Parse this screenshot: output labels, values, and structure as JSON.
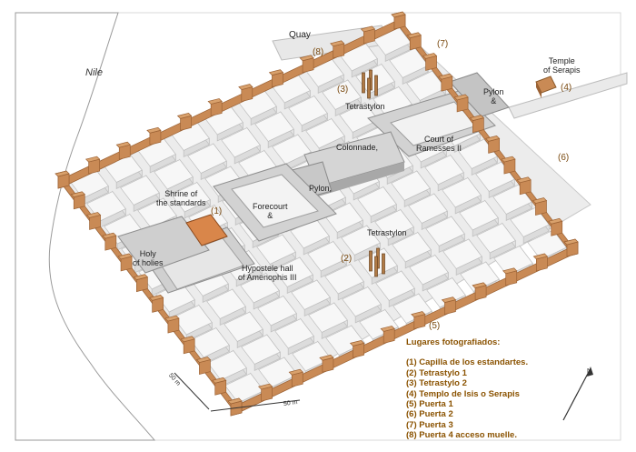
{
  "map": {
    "river": "Nile",
    "quay": "Quay",
    "temple_serapis": "Temple\nof Serapis",
    "pylon_east": "Pylon\n&",
    "court_ramesses": "Court of\nRamesses II",
    "tetrastylon_north": "Tetrastylon",
    "colonnade": "Colonnade,",
    "pylon_mid": "Pylon,",
    "forecourt": "Forecourt\n&",
    "shrine": "Shrine of\nthe standards",
    "tetrastylon_south": "Tetrastylon",
    "holy_holies": "Holy\nof holies",
    "hypostyle": "Hypostele hall\nof Amenophis III",
    "scale_a": "50 m",
    "scale_b": "50 m"
  },
  "markers": {
    "m1": "(1)",
    "m2": "(2)",
    "m3": "(3)",
    "m4": "(4)",
    "m5": "(5)",
    "m6": "(6)",
    "m7": "(7)",
    "m8": "(8)"
  },
  "legend": {
    "title": "Lugares fotografiados:",
    "items": [
      "(1) Capilla de los estandartes.",
      "(2) Tetrastylo 1",
      "(3) Tetrastylo 2",
      "(4) Templo de Isis o Serapis",
      "(5) Puerta 1",
      "(6) Puerta 2",
      "(7) Puerta 3",
      "(8) Puerta 4 acceso muelle."
    ]
  },
  "colors": {
    "wall": "#c98a55",
    "wall_dark": "#9c6234",
    "ground": "#ececec",
    "block": "#f7f7f7",
    "block_edge": "#bdbdbd",
    "temple": "#d2d2d2",
    "temple_dark": "#9e9e9e",
    "legend_text": "#8a5200",
    "marker_text": "#7a4a10"
  }
}
